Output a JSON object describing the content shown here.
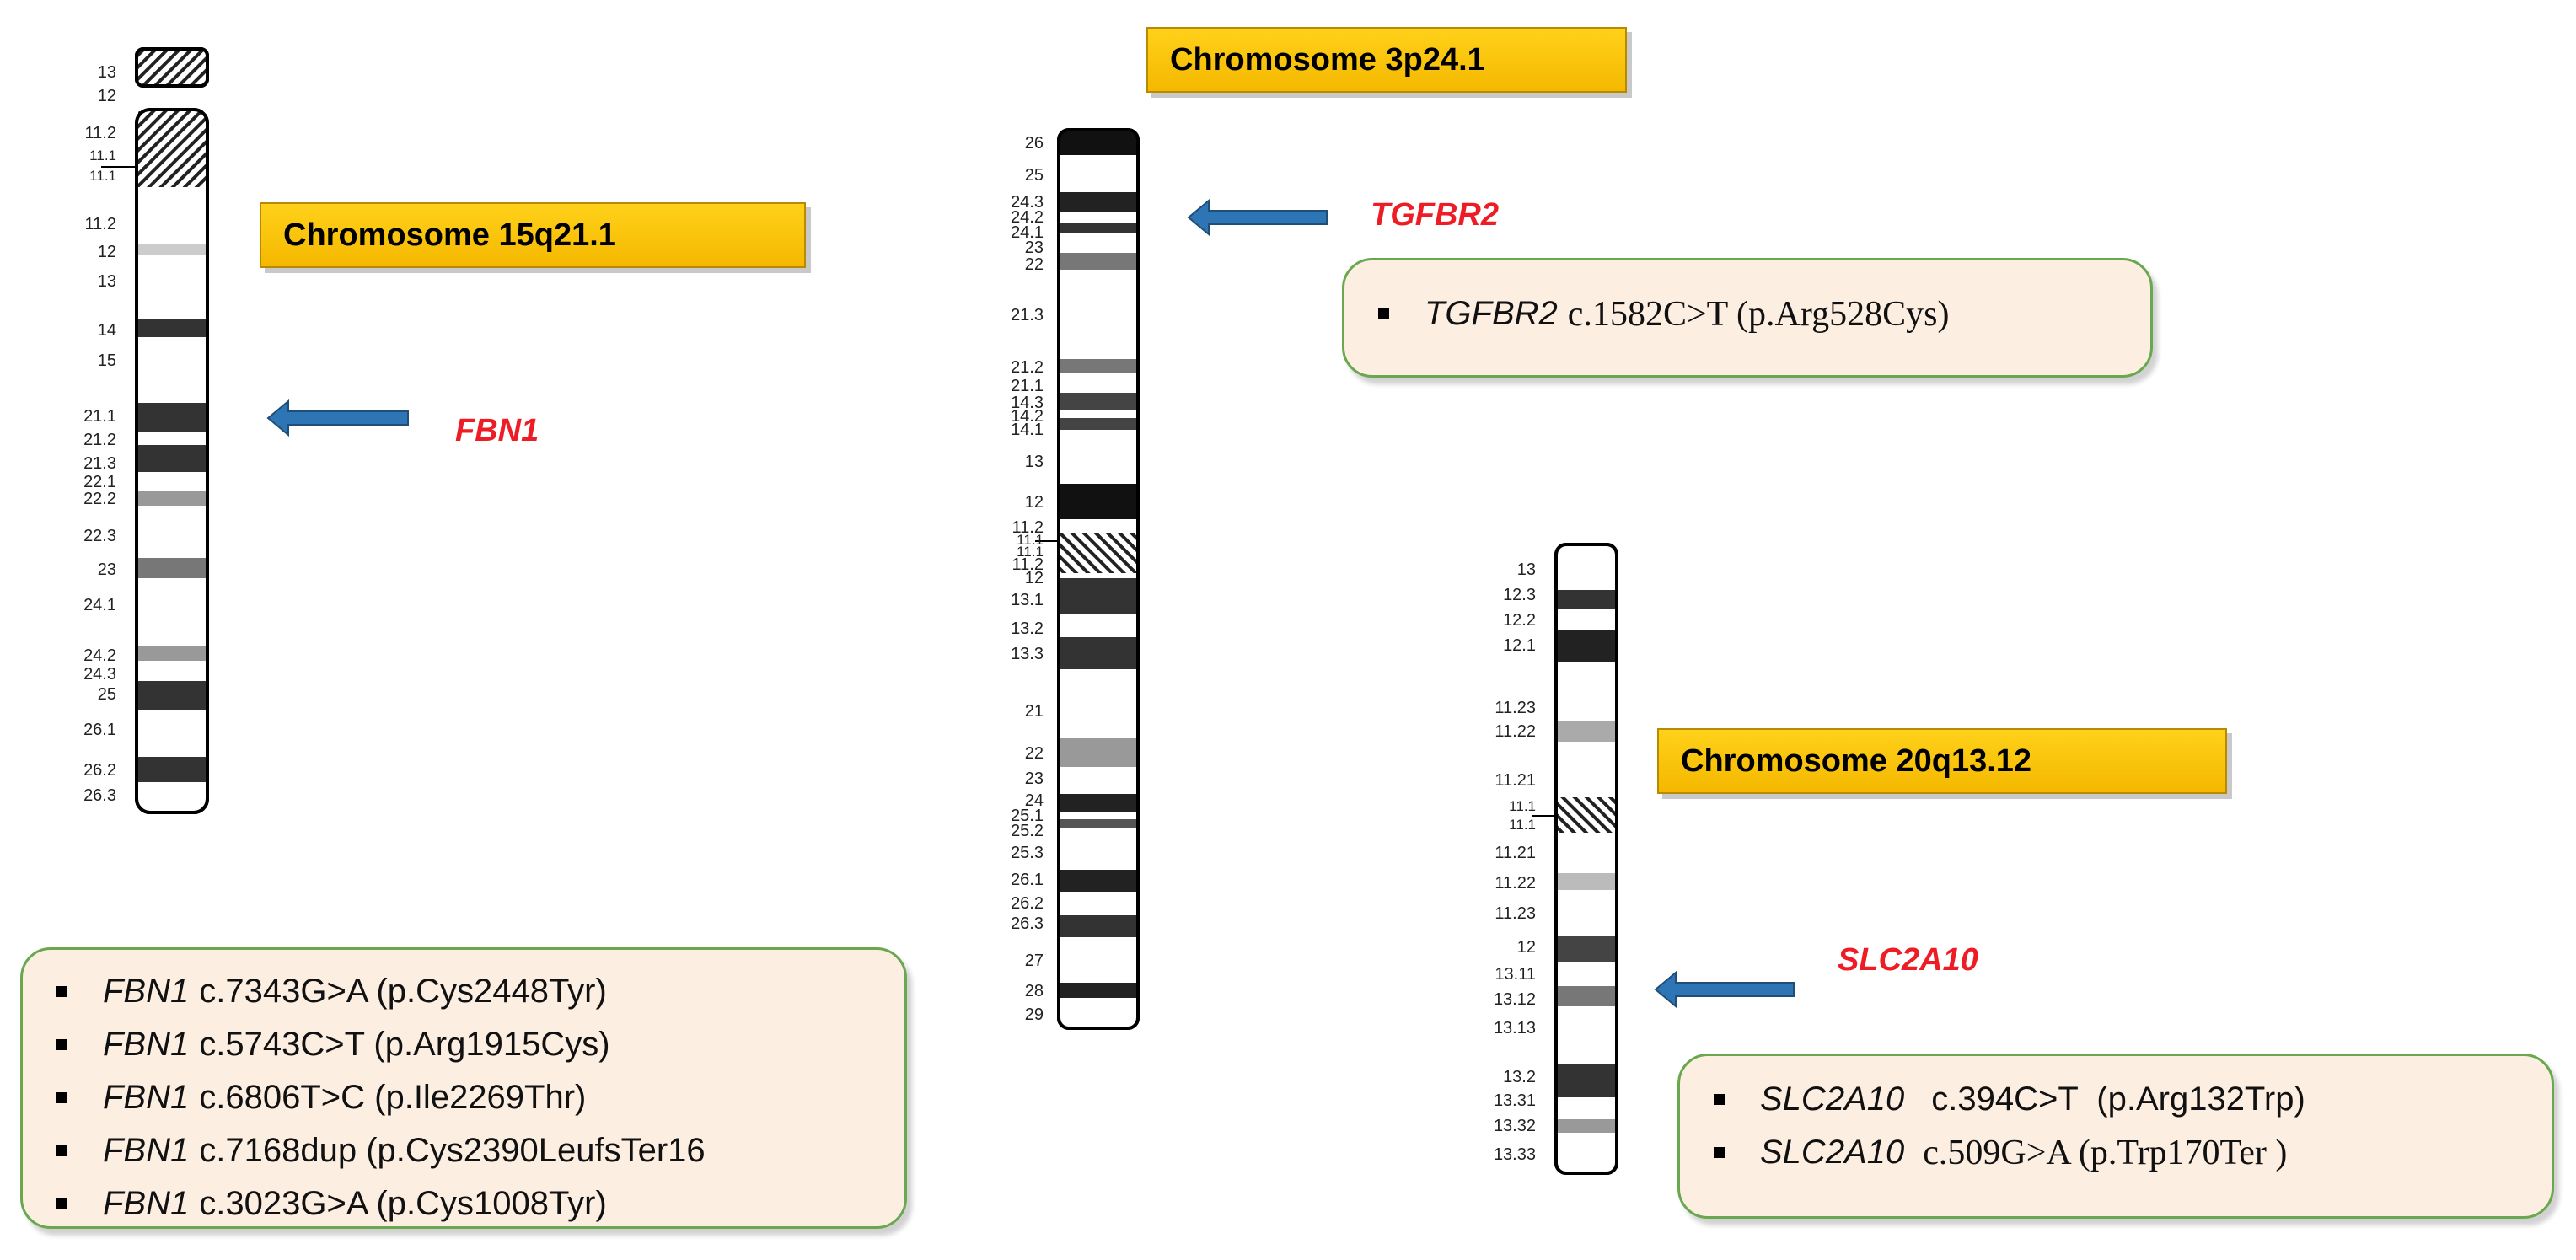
{
  "colors": {
    "title_fill": "#ffc000",
    "gene_label": "#ee1c24",
    "arrow": "#2e75b6",
    "box_fill": "#fdeee2",
    "box_border": "#6aa84f"
  },
  "chromosomes": [
    {
      "id": "chr15",
      "title": "Chromosome 15q21.1",
      "gene": "FBN1",
      "arrow_band": "21.1",
      "band_labels": [
        "13",
        "12",
        "11.2",
        "11.1",
        "11.1",
        "11.2",
        "12",
        "13",
        "14",
        "15",
        "21.1",
        "21.2",
        "21.3",
        "22.1",
        "22.2",
        "22.3",
        "23",
        "24.1",
        "24.2",
        "24.3",
        "25",
        "26.1",
        "26.2",
        "26.3"
      ],
      "variants": [
        {
          "gene": "FBN1",
          "change": "c.7343G>A (p.Cys2448Tyr)"
        },
        {
          "gene": "FBN1",
          "change": "c.5743C>T (p.Arg1915Cys)"
        },
        {
          "gene": "FBN1",
          "change": "c.6806T>C (p.Ile2269Thr)"
        },
        {
          "gene": "FBN1",
          "change": "c.7168dup (p.Cys2390LeufsTer16"
        },
        {
          "gene": "FBN1",
          "change": "c.3023G>A (p.Cys1008Tyr)"
        }
      ]
    },
    {
      "id": "chr3",
      "title": "Chromosome 3p24.1",
      "gene": "TGFBR2",
      "arrow_band": "24.1",
      "band_labels": [
        "26",
        "25",
        "24.3",
        "24.2",
        "24.1",
        "23",
        "22",
        "21.3",
        "21.2",
        "21.1",
        "14.3",
        "14.2",
        "14.1",
        "13",
        "12",
        "11.2",
        "11.1",
        "11.1",
        "11.2",
        "12",
        "13.1",
        "13.2",
        "13.3",
        "21",
        "22",
        "23",
        "24",
        "25.1",
        "25.2",
        "25.3",
        "26.1",
        "26.2",
        "26.3",
        "27",
        "28",
        "29"
      ],
      "variants": [
        {
          "gene": "TGFBR2",
          "change": "c.1582C>T (p.Arg528Cys)"
        }
      ]
    },
    {
      "id": "chr20",
      "title": "Chromosome 20q13.12",
      "gene": "SLC2A10",
      "arrow_band": "13.12",
      "band_labels": [
        "13",
        "12.3",
        "12.2",
        "12.1",
        "11.23",
        "11.22",
        "11.21",
        "11.1",
        "11.1",
        "11.21",
        "11.22",
        "11.23",
        "12",
        "13.11",
        "13.12",
        "13.13",
        "13.2",
        "13.31",
        "13.32",
        "13.33"
      ],
      "variants": [
        {
          "gene": "SLC2A10",
          "change": "c.394C>T  (p.Arg132Trp)"
        },
        {
          "gene": "SLC2A10",
          "change": "c.509G>A (p.Trp170Ter )"
        }
      ]
    }
  ]
}
